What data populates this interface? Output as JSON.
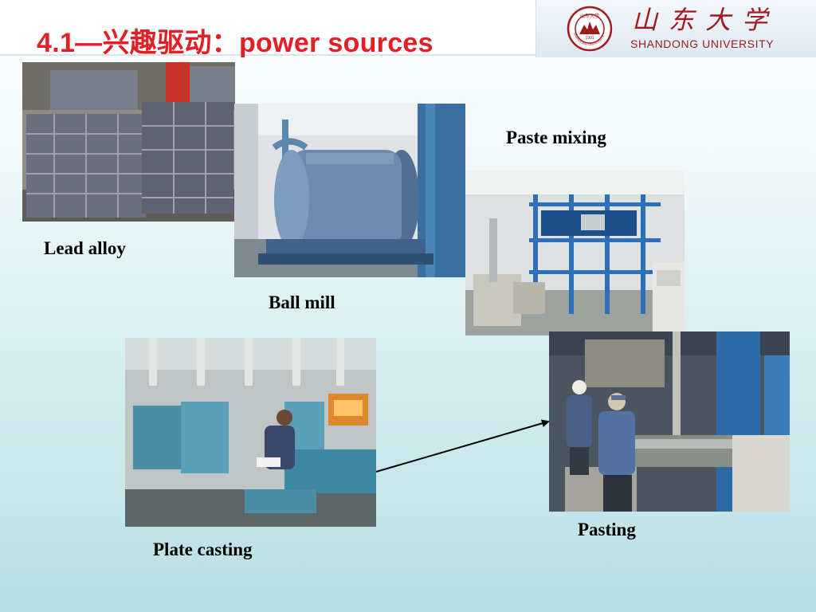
{
  "slide": {
    "title": "4.1—兴趣驱动：power sources"
  },
  "logo": {
    "seal_text": "SHANDONG UNIVERSITY",
    "seal_year": "1901",
    "chinese_name": "山东大学",
    "english_name": "SHANDONG UNIVERSITY"
  },
  "photos": [
    {
      "name": "lead-alloy-photo",
      "caption": "Lead alloy"
    },
    {
      "name": "ball-mill-photo",
      "caption": "Ball mill"
    },
    {
      "name": "paste-mixing-photo",
      "caption": "Paste mixing"
    },
    {
      "name": "plate-casting-photo",
      "caption": "Plate casting"
    },
    {
      "name": "pasting-photo",
      "caption": "Pasting"
    }
  ],
  "colors": {
    "title": "#e31e24",
    "logo_red": "#a01a22",
    "arrow": "#000000"
  }
}
